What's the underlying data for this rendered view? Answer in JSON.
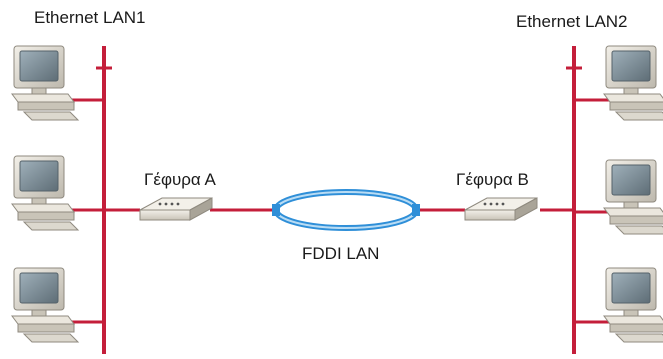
{
  "labels": {
    "lan1": "Ethernet LAN1",
    "lan2": "Ethernet LAN2",
    "bridge_a": "Γέφυρα Α",
    "bridge_b": "Γέφυρα Β",
    "fddi": "FDDI LAN"
  },
  "colors": {
    "cable": "#c41e3a",
    "ring_outer": "#2f8fd8",
    "ring_inner": "#b9dcf4",
    "monitor_body": "#d9d5cb",
    "screen": "#7a8a94",
    "bridge_top": "#e6e2d8",
    "bridge_side": "#a9a498"
  },
  "icons": {
    "left_computers": [
      "computer-icon",
      "computer-icon",
      "computer-icon"
    ],
    "right_computers": [
      "computer-icon",
      "computer-icon",
      "computer-icon"
    ],
    "bridges": [
      "bridge-device-icon",
      "bridge-device-icon"
    ]
  }
}
